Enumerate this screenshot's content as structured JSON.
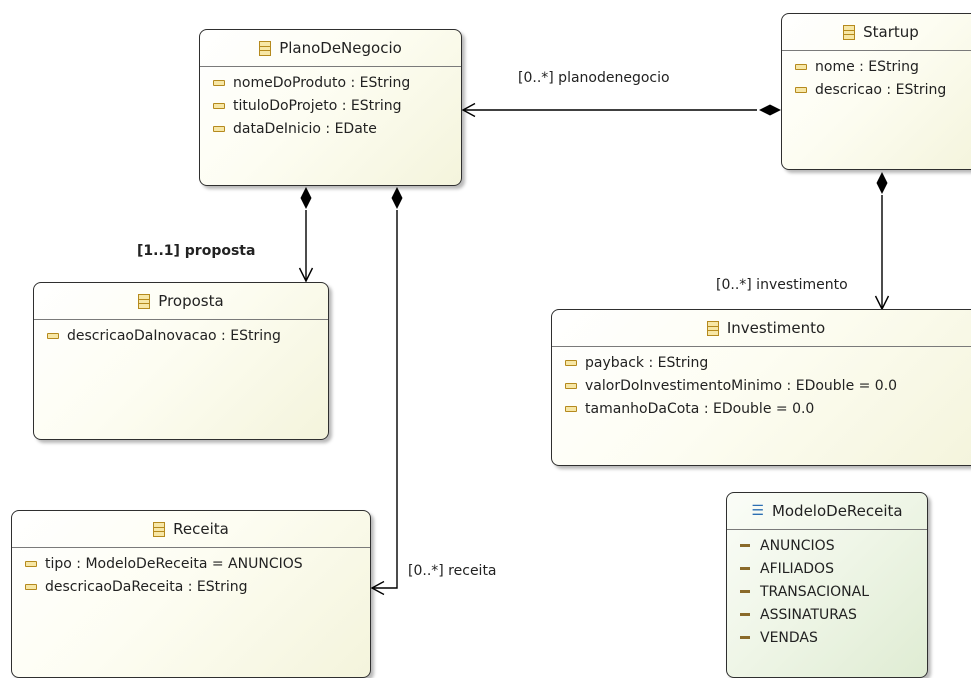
{
  "classes": {
    "plano": {
      "name": "PlanoDeNegocio",
      "attributes": [
        "nomeDoProduto : EString",
        "tituloDoProjeto : EString",
        "dataDeInicio : EDate"
      ]
    },
    "startup": {
      "name": "Startup",
      "attributes": [
        "nome : EString",
        "descricao : EString"
      ]
    },
    "proposta": {
      "name": "Proposta",
      "attributes": [
        "descricaoDaInovacao : EString"
      ]
    },
    "investimento": {
      "name": "Investimento",
      "attributes": [
        "payback : EString",
        "valorDoInvestimentoMinimo : EDouble = 0.0",
        "tamanhoDaCota : EDouble = 0.0"
      ]
    },
    "receita": {
      "name": "Receita",
      "attributes": [
        "tipo : ModeloDeReceita = ANUNCIOS",
        "descricaoDaReceita : EString"
      ]
    },
    "modelo": {
      "name": "ModeloDeReceita",
      "literals": [
        "ANUNCIOS",
        "AFILIADOS",
        "TRANSACIONAL",
        "ASSINATURAS",
        "VENDAS"
      ]
    }
  },
  "references": {
    "planodenegocio": "[0..*] planodenegocio",
    "proposta": "[1..1] proposta",
    "investimento": "[0..*] investimento",
    "receita": "[0..*] receita"
  },
  "colors": {
    "class_fill": "#fdfdf2",
    "enum_fill": "#eef5e6",
    "border": "#2f2f2f",
    "class_icon": "#b58a1e"
  }
}
